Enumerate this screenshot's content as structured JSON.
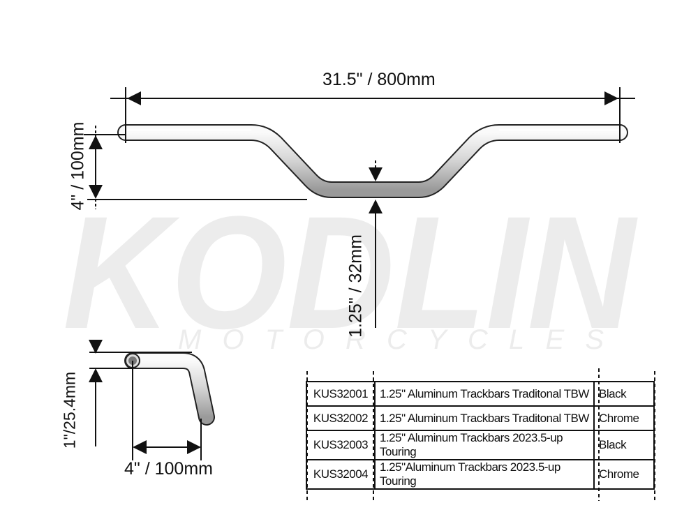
{
  "watermark": {
    "brand": "KODLIN",
    "tagline": "MOTORCYCLES",
    "color": "#ececec"
  },
  "dimensions": {
    "width": "31.5\" / 800mm",
    "rise": "4\" / 100mm",
    "diameter": "1.25\" / 32mm",
    "side_height": "1\"/25.4mm",
    "side_pullback": "4\" / 100mm"
  },
  "table": {
    "rows": [
      {
        "sku": "KUS32001",
        "description": "1.25\" Aluminum Trackbars Traditonal TBW",
        "color": "Black"
      },
      {
        "sku": "KUS32002",
        "description": "1.25\" Aluminum Trackbars Traditonal TBW",
        "color": "Chrome"
      },
      {
        "sku": "KUS32003",
        "description": "1.25\" Aluminum Trackbars 2023.5-up Touring",
        "color": "Black"
      },
      {
        "sku": "KUS32004",
        "description": "1.25\"Aluminum Trackbars 2023.5-up Touring",
        "color": "Chrome"
      }
    ]
  }
}
